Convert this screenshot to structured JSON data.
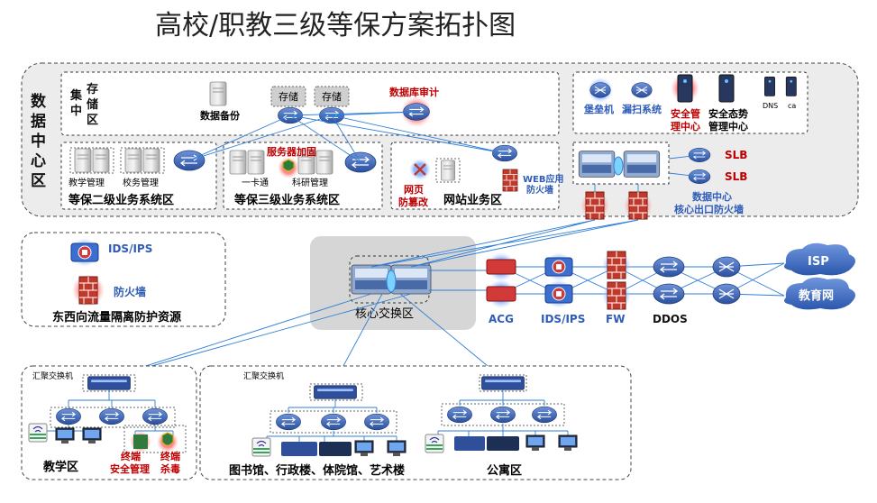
{
  "title": "高校/职教三级等保方案拓扑图",
  "datacenter": {
    "title_chars": [
      "数",
      "据",
      "中",
      "心",
      "区"
    ],
    "storage": {
      "zone_label_a": [
        "集",
        "中"
      ],
      "zone_label_b": [
        "存",
        "储",
        "区"
      ],
      "backup": "数据备份",
      "storage1": "存储",
      "storage2": "存储",
      "audit": "数据库审计"
    },
    "level2": {
      "title": "等保二级业务系统区",
      "teach": "教学管理",
      "school": "校务管理"
    },
    "level3": {
      "title": "等保三级业务系统区",
      "card": "一卡通",
      "research": "科研管理",
      "hardening": "服务器加固"
    },
    "web": {
      "title": "网站业务区",
      "tamper_a": "网页",
      "tamper_b": "防篡改",
      "waf_a": "WEB应用",
      "waf_b": "防火墙"
    },
    "security": {
      "bastion": "堡垒机",
      "scan": "漏扫系统",
      "mgmt_a": "安全管",
      "mgmt_b": "理中心",
      "situation_a": "安全态势",
      "situation_b": "管理中心",
      "dns": "DNS",
      "ca": "ca"
    },
    "exit": {
      "slb1": "SLB",
      "slb2": "SLB",
      "fw_a": "数据中心",
      "fw_b": "核心出口防火墙"
    }
  },
  "eastwest": {
    "title": "东西向流量隔离防护资源",
    "ids": "IDS/IPS",
    "fw": "防火墙"
  },
  "core": {
    "label": "核心交换区"
  },
  "egress": {
    "acg": "ACG",
    "ids": "IDS/IPS",
    "fw": "FW",
    "ddos": "DDOS",
    "isp": "ISP",
    "edu": "教育网"
  },
  "teaching": {
    "agg": "汇聚交换机",
    "title": "教学区",
    "term_a": "终端",
    "term_b": "安全管理",
    "av_a": "终端",
    "av_b": "杀毒"
  },
  "campus": {
    "agg": "汇聚交换机",
    "title": "图书馆、行政楼、体院馆、艺术楼",
    "apt": "公寓区"
  },
  "colors": {
    "blue": "#2e5cb8",
    "red": "#c00000",
    "linkblue": "#2f7fd6",
    "text": "#222222"
  }
}
